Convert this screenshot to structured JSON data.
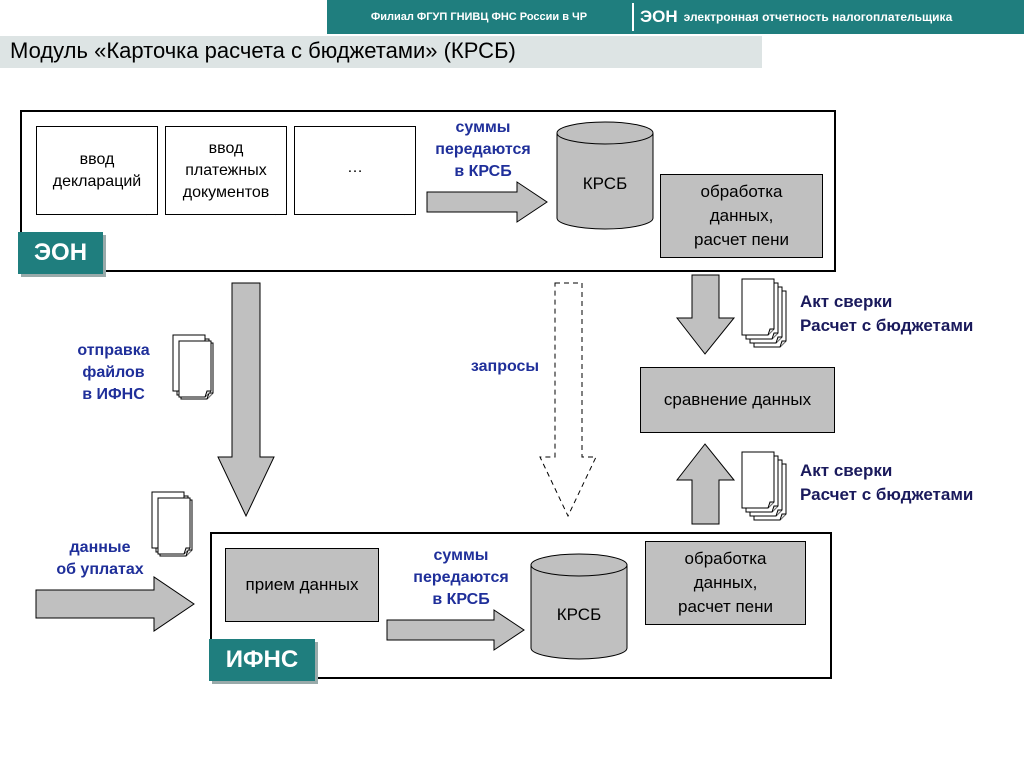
{
  "header": {
    "left_text": "Филиал ФГУП ГНИВЦ ФНС России в ЧР",
    "right_abbr": "ЭОН",
    "right_text": "электронная отчетность налогоплательщика"
  },
  "page_title": "Модуль «Карточка расчета с бюджетами» (КРСБ)",
  "eon": {
    "tag": "ЭОН",
    "doc_1": "ввод\nдеклараций",
    "doc_2": "ввод\nплатежных\nдокументов",
    "doc_3": "…",
    "arrow_label": "суммы\nпередаются\nв КРСБ",
    "db_label": "КРСБ",
    "process_label": "обработка\nданных,\nрасчет пени"
  },
  "ifns": {
    "tag": "ИФНС",
    "receive_label": "прием данных",
    "arrow_label": "суммы\nпередаются\nв КРСБ",
    "db_label": "КРСБ",
    "process_label": "обработка\nданных,\nрасчет пени"
  },
  "flows": {
    "send_files": "отправка\nфайлов\nв ИФНС",
    "requests": "запросы",
    "payments_data": "данные\nоб уплатах",
    "compare": "сравнение данных",
    "act_top": "Акт сверки\nРасчет с бюджетами",
    "act_bottom": "Акт сверки\nРасчет с бюджетами"
  },
  "colors": {
    "accent": "#1f7e7e",
    "box_gray": "#c0c0c0",
    "label_blue": "#1f2f9a"
  }
}
